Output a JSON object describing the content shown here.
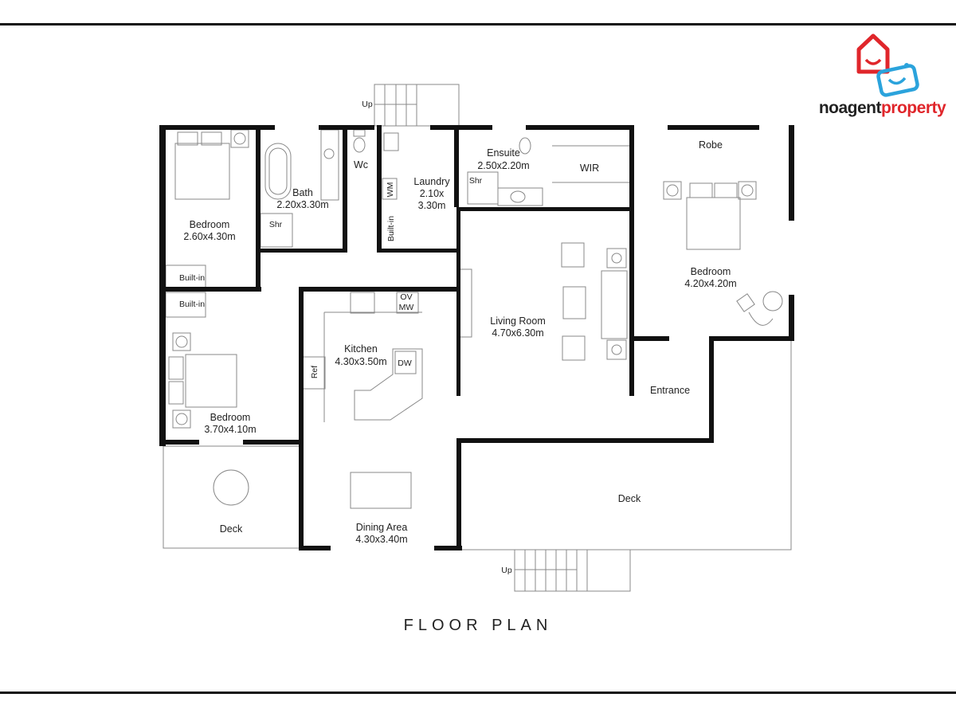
{
  "brand": {
    "name_part1": "noagent",
    "name_part2": "property",
    "colors": {
      "house_red": "#e0262b",
      "house_blue": "#2ba3dc"
    }
  },
  "title": "FLOOR PLAN",
  "rooms": {
    "bedroom1": {
      "name": "Bedroom",
      "size": "2.60x4.30m"
    },
    "bath": {
      "name": "Bath",
      "size": "2.20x3.30m"
    },
    "wc": {
      "name": "Wc"
    },
    "laundry": {
      "name": "Laundry",
      "size_l1": "2.10x",
      "size_l2": "3.30m"
    },
    "ensuite": {
      "name": "Ensuite",
      "size": "2.50x2.20m"
    },
    "wir": {
      "name": "WIR"
    },
    "robe": {
      "name": "Robe"
    },
    "master": {
      "name": "Bedroom",
      "size": "4.20x4.20m"
    },
    "living": {
      "name": "Living Room",
      "size": "4.70x6.30m"
    },
    "kitchen": {
      "name": "Kitchen",
      "size": "4.30x3.50m"
    },
    "bedroom2": {
      "name": "Bedroom",
      "size": "3.70x4.10m"
    },
    "entrance": {
      "name": "Entrance"
    },
    "dining": {
      "name": "Dining Area",
      "size": "4.30x3.40m"
    },
    "deck_left": {
      "name": "Deck"
    },
    "deck_right": {
      "name": "Deck"
    }
  },
  "fixtures": {
    "shr": "Shr",
    "builtin": "Built-in",
    "wm": "WM",
    "ref": "Ref",
    "dw": "DW",
    "ov": "OV",
    "mw": "MW",
    "up": "Up"
  }
}
